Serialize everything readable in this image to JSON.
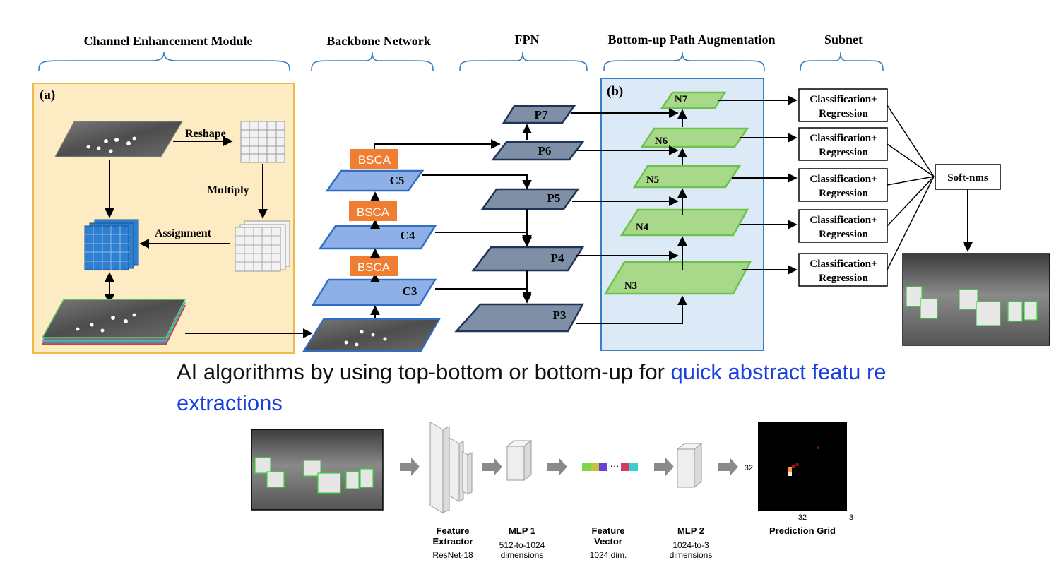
{
  "sections": {
    "channel": "Channel Enhancement Module",
    "backbone": "Backbone Network",
    "fpn": "FPN",
    "bottomup": "Bottom-up Path Augmentation",
    "subnet": "Subnet"
  },
  "panel_a": {
    "tag": "(a)",
    "reshape": "Reshape",
    "multiply": "Multiply",
    "assignment": "Assignment"
  },
  "panel_b": {
    "tag": "(b)"
  },
  "backbone": {
    "bsca": [
      "BSCA",
      "BSCA",
      "BSCA"
    ],
    "c_levels": [
      "C5",
      "C4",
      "C3"
    ]
  },
  "fpn_levels": [
    "P7",
    "P6",
    "P5",
    "P4",
    "P3"
  ],
  "pan_levels": [
    "N7",
    "N6",
    "N5",
    "N4",
    "N3"
  ],
  "subnet": {
    "line1": "Classification+",
    "line2": "Regression",
    "softnms": "Soft-nms"
  },
  "caption": {
    "text": "AI algorithms by using top-bottom or bottom-up for ",
    "highlight": "quick abstract featu re extractions"
  },
  "pipeline": {
    "feature_extractor": {
      "title1": "Feature",
      "title2": "Extractor",
      "sub": "ResNet-18"
    },
    "mlp1": {
      "title": "MLP 1",
      "sub1": "512-to-1024",
      "sub2": "dimensions"
    },
    "feature_vector": {
      "title1": "Feature",
      "title2": "Vector",
      "sub": "1024 dim.",
      "dots": "···"
    },
    "mlp2": {
      "title": "MLP 2",
      "sub1": "1024-to-3",
      "sub2": "dimensions"
    },
    "prediction_grid": {
      "title": "Prediction Grid",
      "axis_y": "32",
      "axis_x": "32",
      "axis_z": "3"
    }
  },
  "colors": {
    "panel_a_bg": "#fdebc4",
    "panel_a_border": "#f0b94a",
    "panel_b_bg": "#dceaf8",
    "panel_b_border": "#3a7fc0",
    "bsca": "#ef7d32",
    "c_fill": "#8fb0e6",
    "c_border": "#2f6ec4",
    "p_fill": "#7e8fa6",
    "p_border": "#1f3557",
    "n_fill": "#a8d98a",
    "n_border": "#6cc24a",
    "blue_cube": "#2e7fd0",
    "link": "#1a3fe0"
  }
}
